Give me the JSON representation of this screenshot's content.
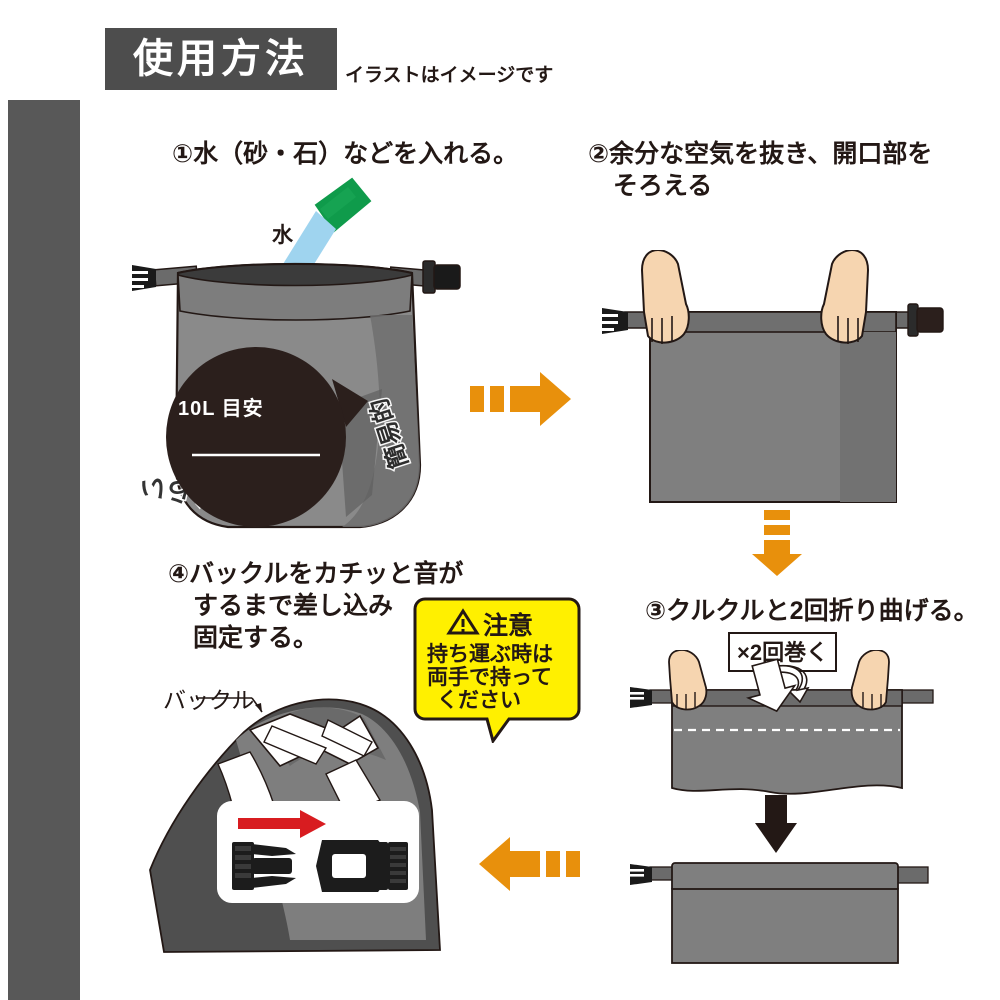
{
  "header": {
    "title": "使用方法",
    "note": "イラストはイメージです"
  },
  "steps": [
    {
      "id": "step-1",
      "caption": "①水（砂・石）などを入れる。",
      "labels": {
        "water": "水",
        "capacity_badge": "10L  目安"
      }
    },
    {
      "id": "step-2",
      "caption": "②余分な空気を抜き、開口部を\n　そろえる"
    },
    {
      "id": "step-3",
      "caption": "③クルクルと2回折り曲げる。",
      "roll_badge": "×2回巻く"
    },
    {
      "id": "step-4",
      "caption": "④バックルをカチッと音が\n　するまで差し込み\n　固定する。",
      "part_label": "バックル"
    }
  ],
  "warning": {
    "title": "注意",
    "icon": "warning-triangle-icon",
    "lines": [
      "持ち運ぶ時は",
      "両手で持って",
      "ください"
    ]
  },
  "colors": {
    "header_box": "#4d4d4d",
    "side_bar": "#585858",
    "accent_arrow": "#E8900C",
    "warning_bg": "#FFF000",
    "warning_border": "#231815",
    "bag_gray": "#8a8a8a",
    "bag_dark": "#4f4f4f",
    "water_blue": "#9fd4ef",
    "hose_green": "#0f9b4b",
    "red_arrow": "#D81C20",
    "text": "#231815"
  }
}
